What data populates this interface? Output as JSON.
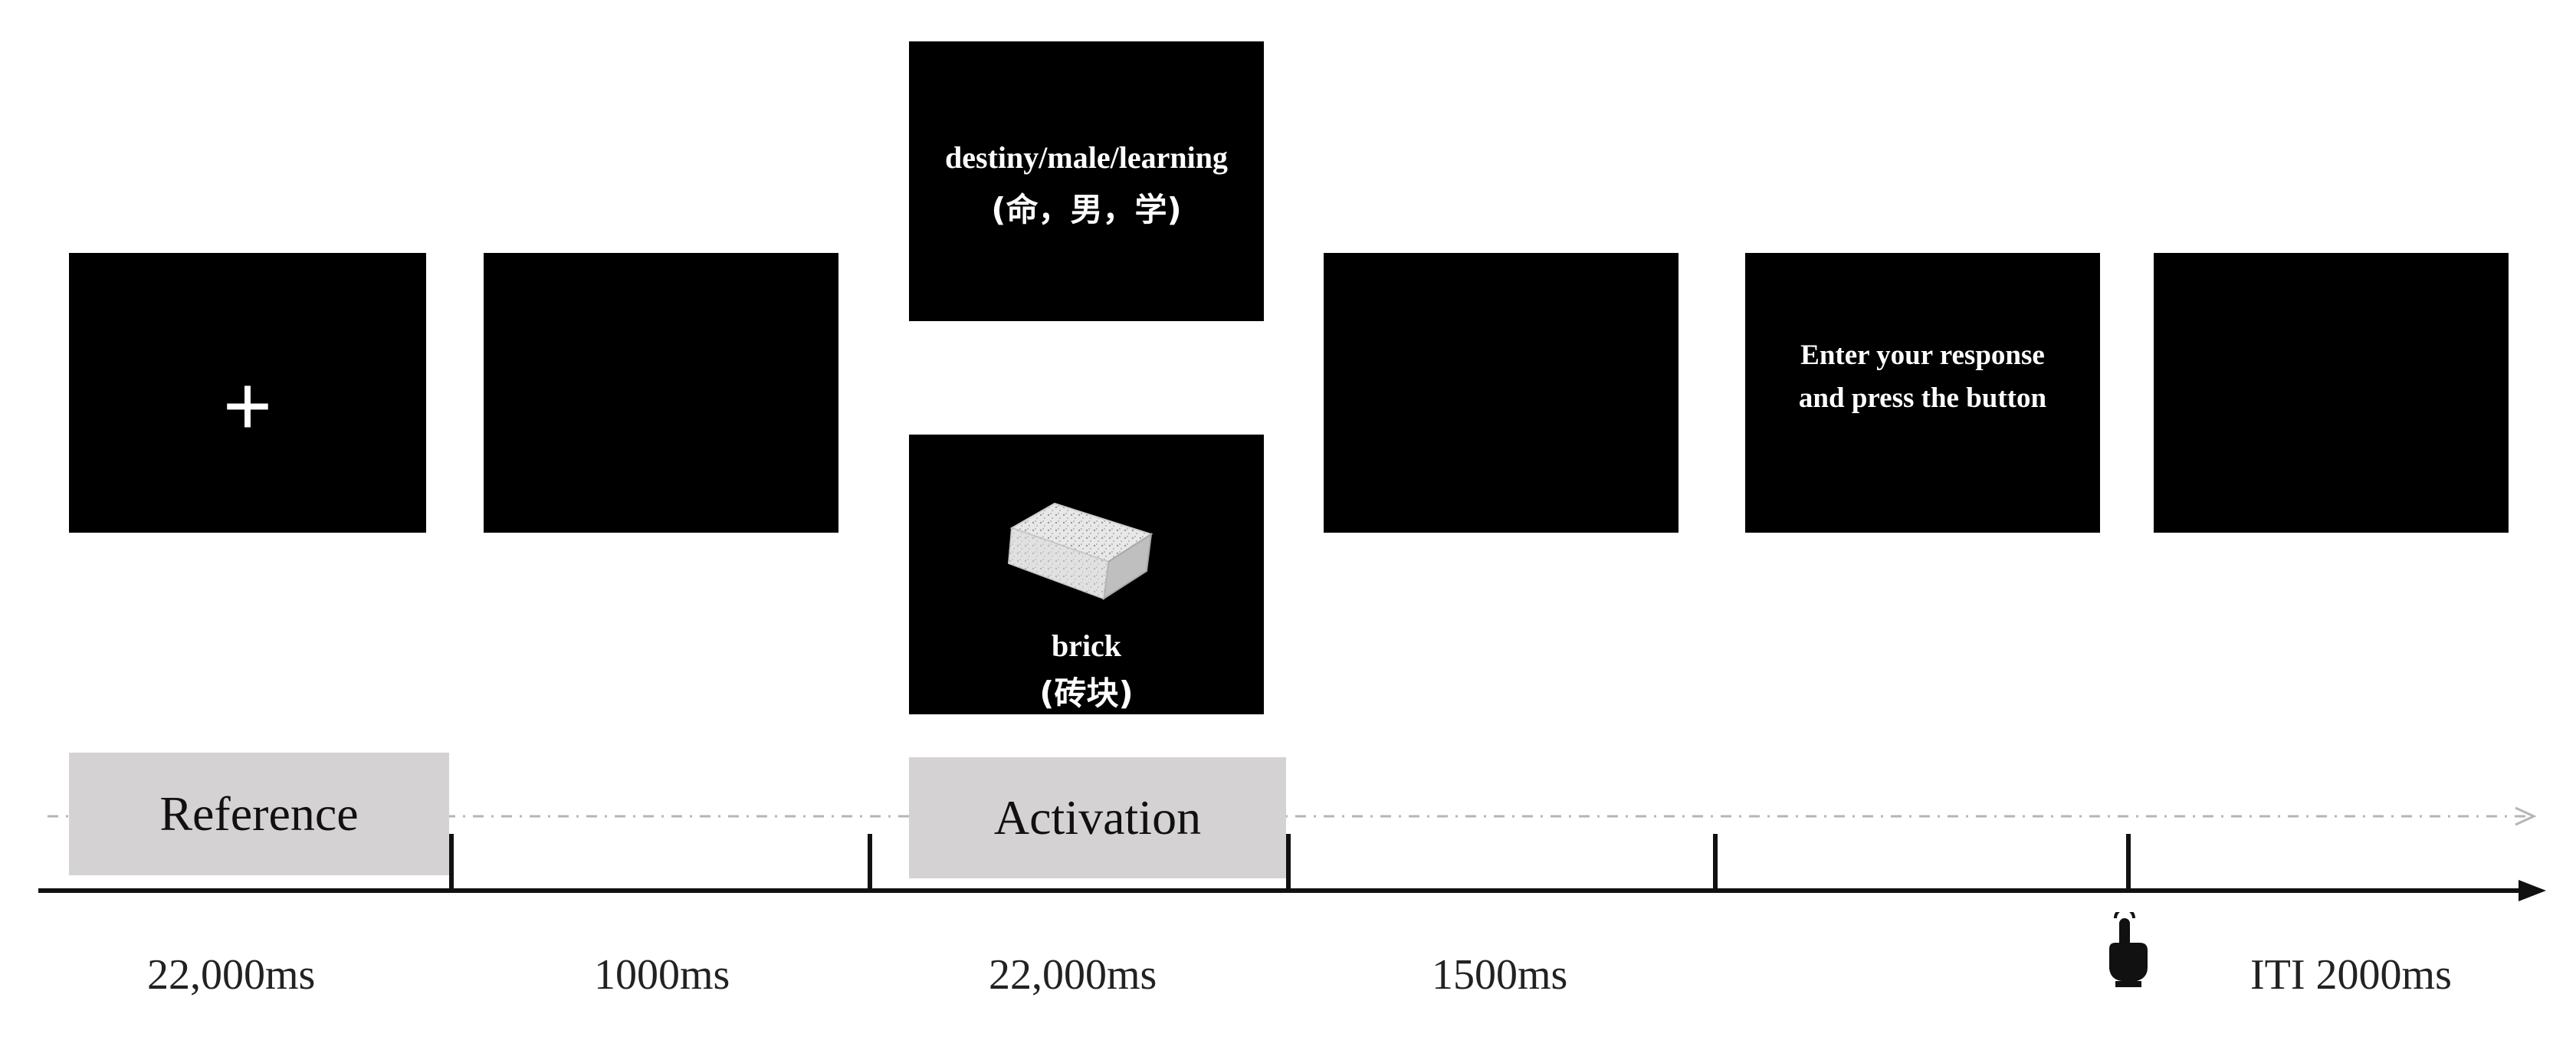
{
  "screens": {
    "fixation_symbol": "+",
    "word_prompt": {
      "english": "destiny/male/learning",
      "chinese": "(命，男，学)"
    },
    "object_prompt": {
      "english": "brick",
      "chinese": "(砖块)",
      "image": "brick-image"
    },
    "response_prompt": {
      "line1": "Enter your response",
      "line2": "and press the button"
    }
  },
  "phases": {
    "reference": "Reference",
    "activation": "Activation"
  },
  "durations": {
    "reference": "22,000ms",
    "blank1": "1000ms",
    "activation": "22,000ms",
    "blank2": "1500ms",
    "iti": "ITI 2000ms"
  },
  "icons": {
    "press": "finger-press-icon"
  },
  "colors": {
    "screen": "#000000",
    "phase_box": "#d4d2d2",
    "timeline": "#111111"
  }
}
